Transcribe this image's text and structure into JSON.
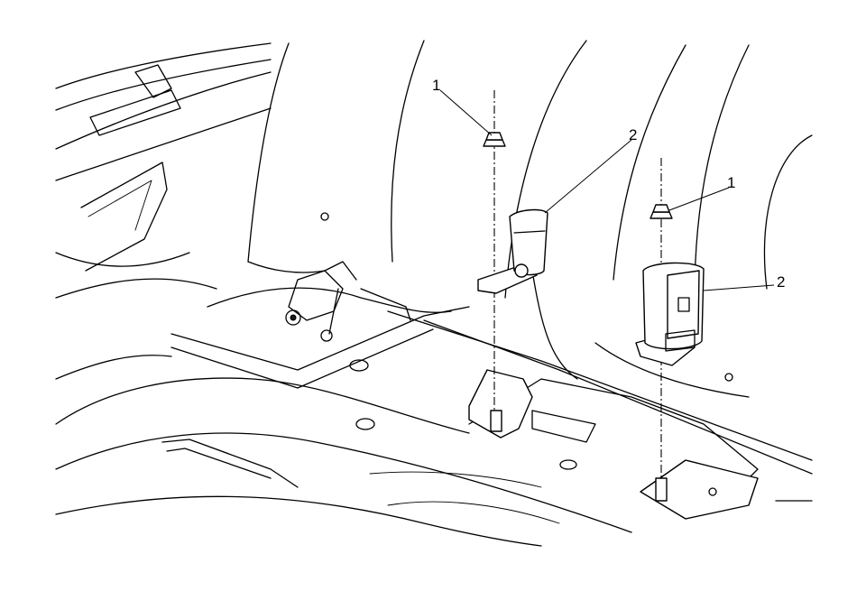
{
  "callouts": {
    "nut_left": "1",
    "buckle_left": "2",
    "nut_right": "1",
    "buckle_right": "2"
  }
}
